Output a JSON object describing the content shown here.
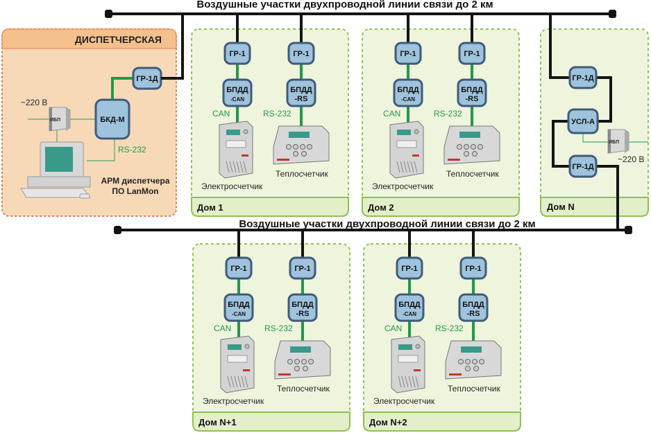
{
  "bus_top": {
    "label": "Воздушные участки двухпроводной линии связи до 2 км"
  },
  "bus_bottom": {
    "label": "Воздушные участки двухпроводной линии связи до 2 км"
  },
  "dispatch": {
    "title": "ДИСПЕТЧЕРСКАЯ",
    "voltage": "~220 В",
    "ups": "ИБП",
    "bkd": "БКД-М",
    "gr1d": "ГР-1Д",
    "rs232": "RS-232",
    "arm_line1": "АРМ диспетчера",
    "arm_line2": "ПО LanMon"
  },
  "houses": [
    {
      "name": "Дом 1",
      "gr1": "ГР-1",
      "gr1b": "ГР-1",
      "bpdd_can_1": "БПДД",
      "bpdd_can_2": "-CAN",
      "bpdd_rs_1": "БПДД",
      "bpdd_rs_2": "-RS",
      "can": "CAN",
      "rs": "RS-232",
      "meter_e": "Электросчетчик",
      "meter_h": "Теплосчетчик"
    },
    {
      "name": "Дом 2",
      "gr1": "ГР-1",
      "gr1b": "ГР-1",
      "bpdd_can_1": "БПДД",
      "bpdd_can_2": "-CAN",
      "bpdd_rs_1": "БПДД",
      "bpdd_rs_2": "-RS",
      "can": "CAN",
      "rs": "RS-232",
      "meter_e": "Электросчетчик",
      "meter_h": "Теплосчетчик"
    },
    {
      "name": "Дом N+1",
      "gr1": "ГР-1",
      "gr1b": "ГР-1",
      "bpdd_can_1": "БПДД",
      "bpdd_can_2": "-CAN",
      "bpdd_rs_1": "БПДД",
      "bpdd_rs_2": "-RS",
      "can": "CAN",
      "rs": "RS-232",
      "meter_e": "Электросчетчик",
      "meter_h": "Теплосчетчик"
    },
    {
      "name": "Дом N+2",
      "gr1": "ГР-1",
      "gr1b": "ГР-1",
      "bpdd_can_1": "БПДД",
      "bpdd_can_2": "-CAN",
      "bpdd_rs_1": "БПДД",
      "bpdd_rs_2": "-RS",
      "can": "CAN",
      "rs": "RS-232",
      "meter_e": "Электросчетчик",
      "meter_h": "Теплосчетчик"
    }
  ],
  "house_n": {
    "name": "Дом N",
    "gr1d_top": "ГР-1Д",
    "usl": "УСЛ-А",
    "gr1d_bottom": "ГР-1Д",
    "ups": "ИБП",
    "voltage": "~220 В"
  },
  "colors": {
    "bus": "#141414",
    "green_link": "#1f9a4a",
    "module_fill": "#9fc3dc",
    "module_border": "#3f5a7a",
    "house_fill": "#eef5dc",
    "house_border": "#8cc152",
    "dispatch_fill": "#f7d9b8",
    "dispatch_header": "#f4c08c",
    "dispatch_border": "#e07a4a"
  }
}
